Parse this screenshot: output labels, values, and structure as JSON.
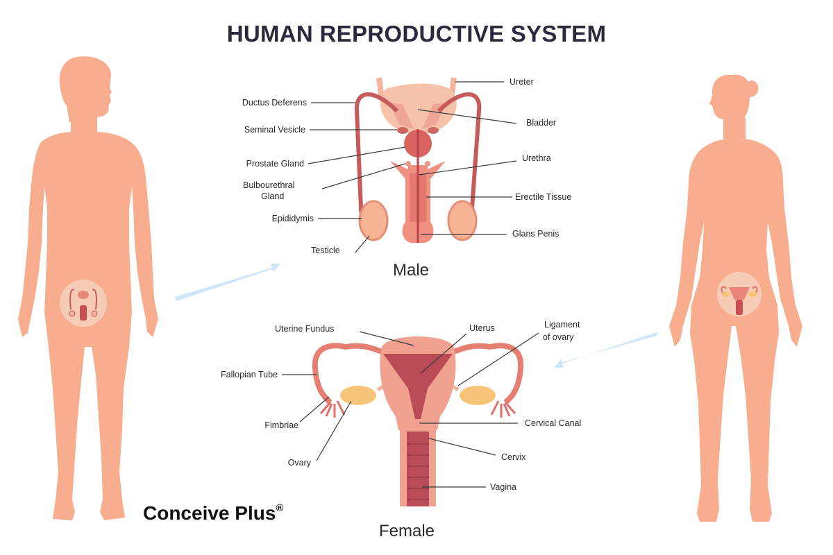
{
  "title": "HUMAN REPRODUCTIVE SYSTEM",
  "colors": {
    "skin": "#f8ad8f",
    "tissue_light": "#f4a893",
    "tissue_mid": "#e57f72",
    "tissue_dark": "#b84a4f",
    "ovary": "#f7c57a",
    "arrow": "#cfe6f8",
    "text": "#2a2a3c"
  },
  "figures": {
    "male_silhouette": {
      "name": "Male figure",
      "inset": "male reproductive organs"
    },
    "female_silhouette": {
      "name": "Female figure",
      "inset": "female reproductive organs"
    }
  },
  "male_diagram": {
    "heading": "Male",
    "labels_left": [
      "Ductus Deferens",
      "Seminal Vesicle",
      "Prostate Gland",
      "Bulbourethral",
      "Gland",
      "Epididymis",
      "Testicle"
    ],
    "labels_right": [
      "Ureter",
      "Bladder",
      "Urethra",
      "Erectile Tissue",
      "Glans Penis"
    ]
  },
  "female_diagram": {
    "heading": "Female",
    "labels_left": [
      "Uterine Fundus",
      "Fallopian Tube",
      "Fimbriae",
      "Ovary"
    ],
    "labels_right": [
      "Uterus",
      "Ligament",
      "of ovary",
      "Cervical Canal",
      "Cervix",
      "Vagina"
    ]
  },
  "brand": {
    "name": "Conceive Plus",
    "mark": "®"
  }
}
